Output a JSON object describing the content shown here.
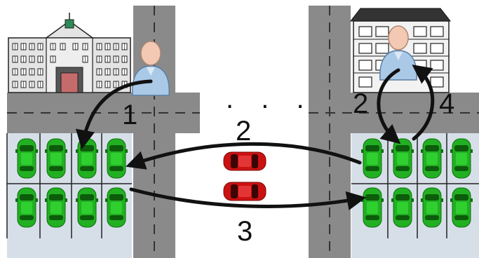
{
  "diagram": {
    "step_labels": {
      "step1": "1",
      "step2_left": "2",
      "step2_right": "2",
      "step3": "3",
      "step4": "4"
    },
    "ellipsis": ". . .",
    "colors": {
      "road": "#8a8a8a",
      "road_dash": "#333333",
      "parking_lot": "#d6dfe8",
      "green_car": "#22b022",
      "red_car": "#cc1111",
      "arrow": "#111111",
      "person_shirt": "#a9c9e6",
      "person_skin": "#f3c9b4"
    },
    "left_building": "courthouse-icon",
    "right_building": "apartment-building-icon",
    "persons": [
      "person-icon-left",
      "person-icon-right"
    ],
    "parking_spots_per_lot": 8,
    "moving_cars": 2
  }
}
